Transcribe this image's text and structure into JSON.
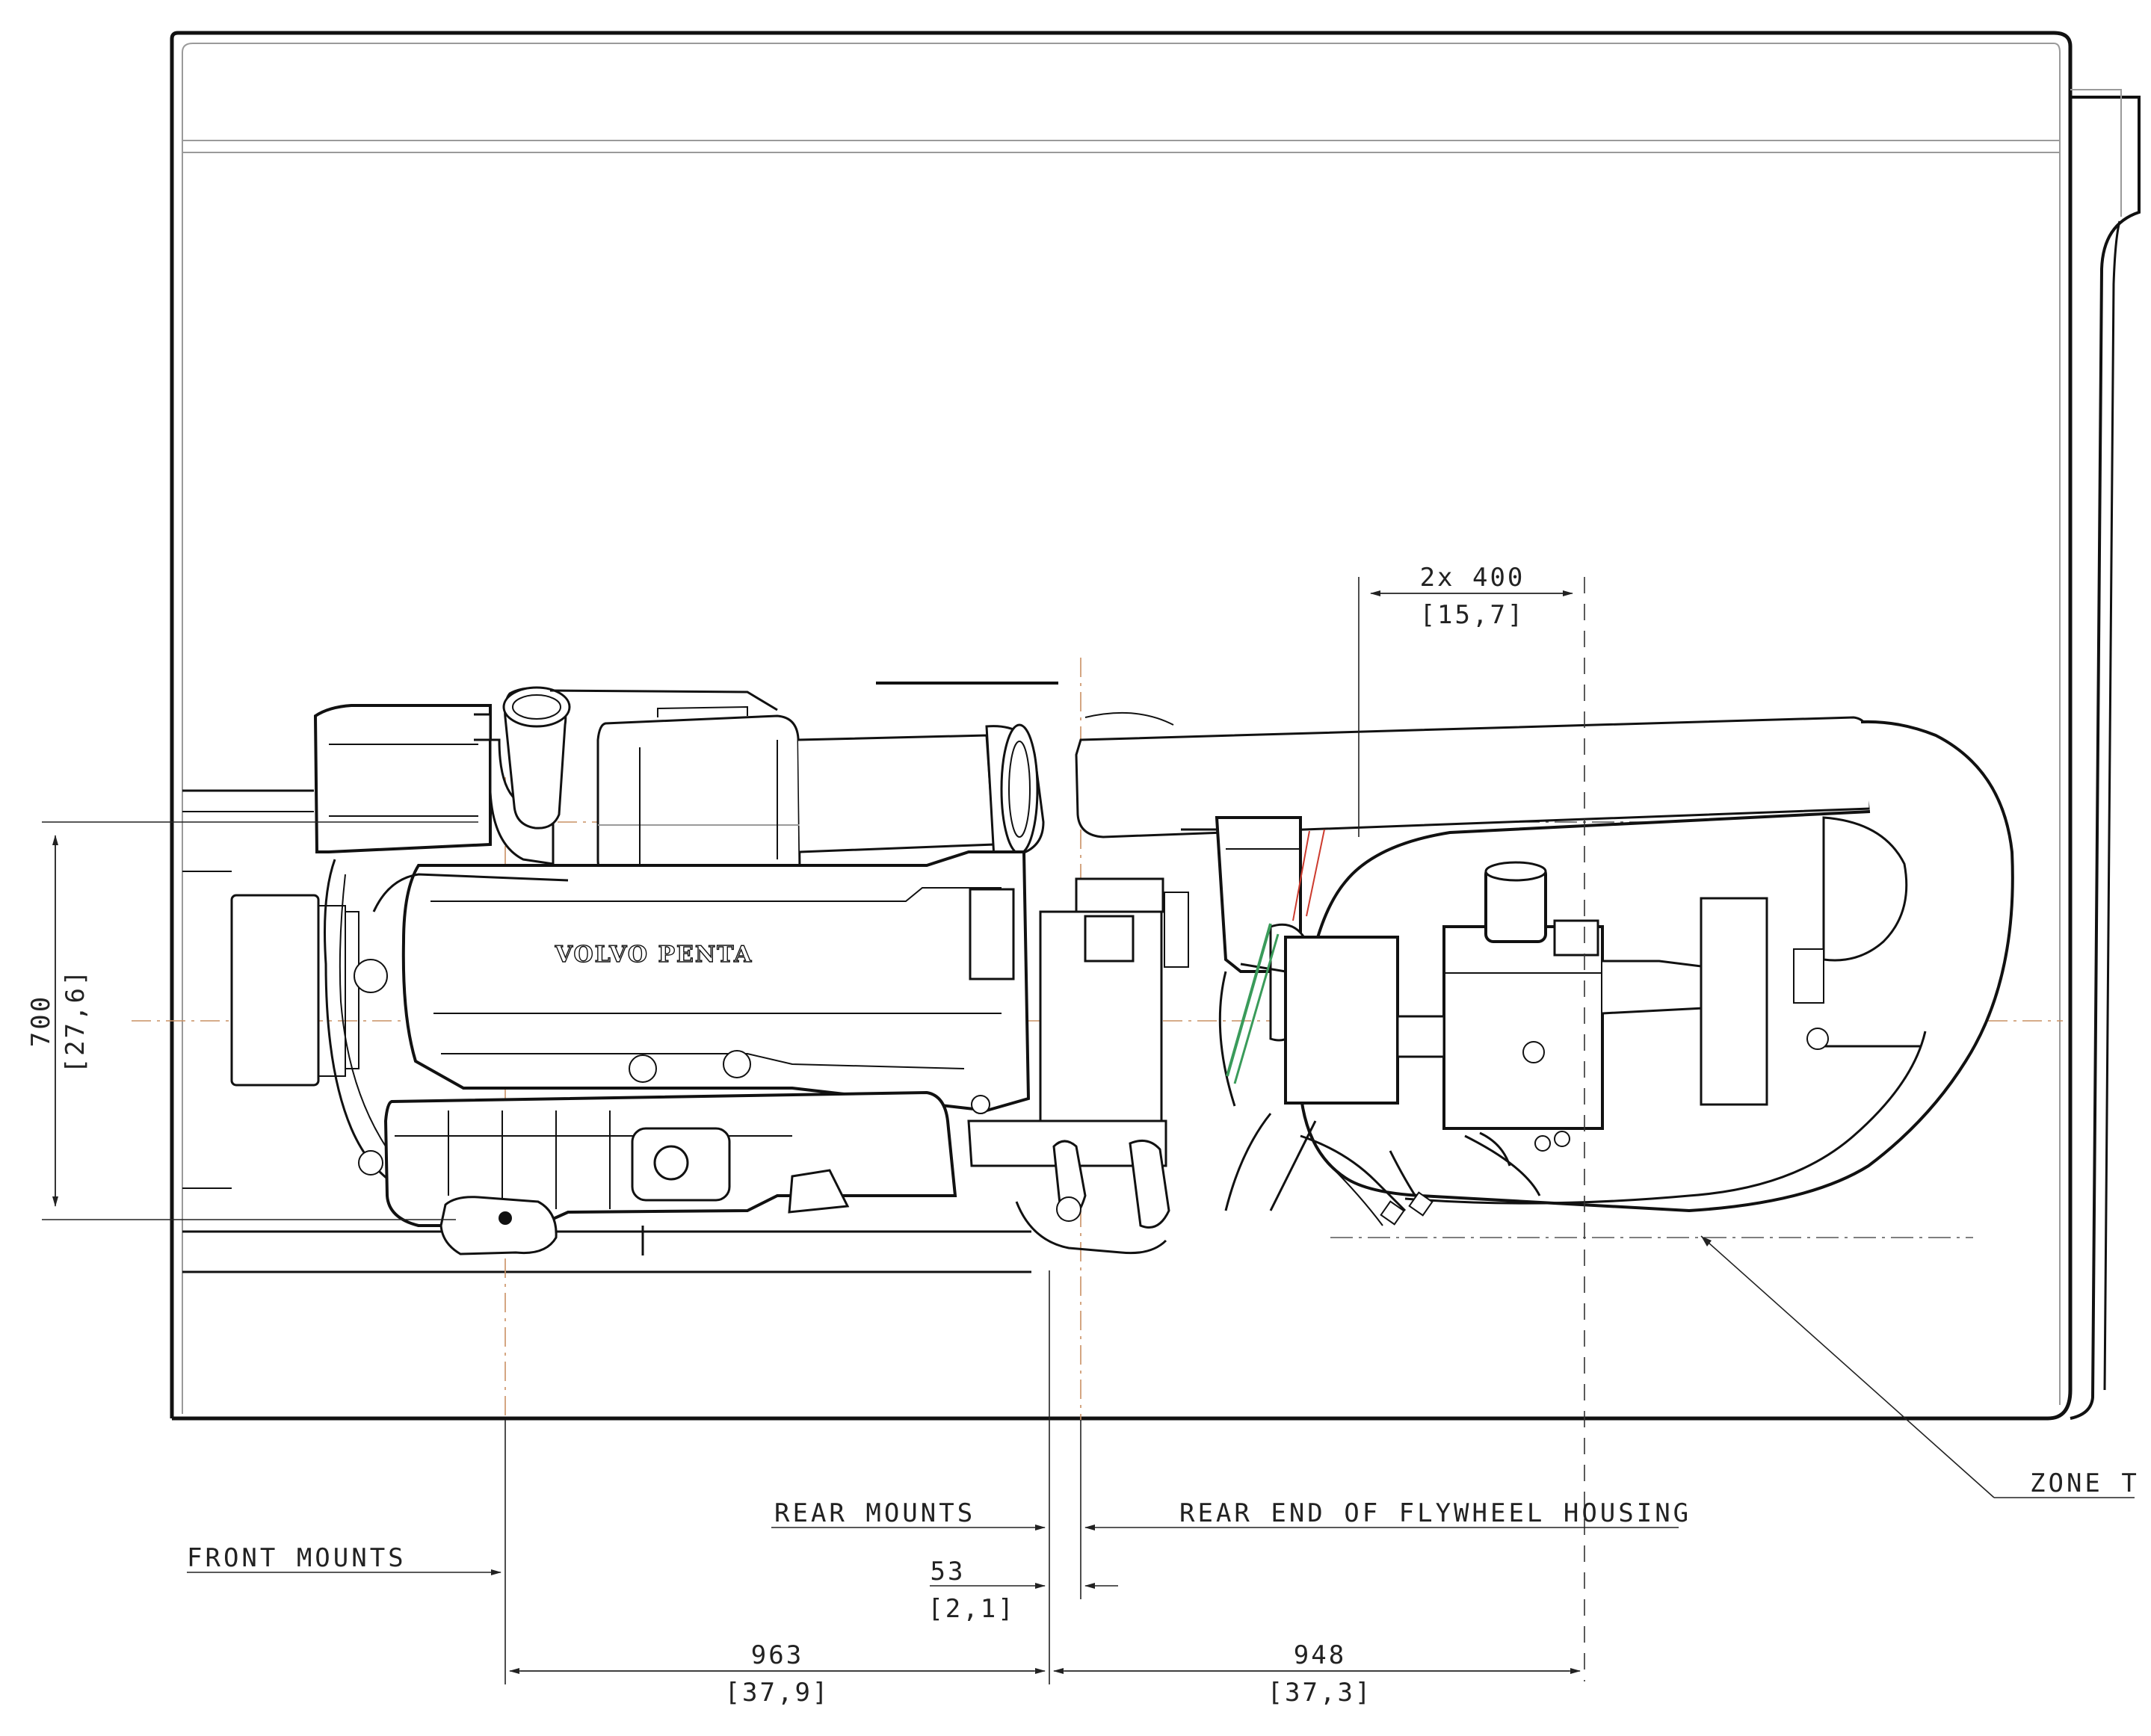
{
  "drawing": {
    "logo_text": "VOLVO PENTA",
    "dimensions": {
      "height_mm": "700",
      "height_in": "[27,6]",
      "spacing_mm": "2x 400",
      "spacing_in": "[15,7]",
      "front_to_rear_mm": "963",
      "front_to_rear_in": "[37,9]",
      "rear_to_flywheel_mm": "948",
      "rear_to_flywheel_in": "[37,3]",
      "offset_mm": "53",
      "offset_in": "[2,1]"
    },
    "labels": {
      "front_mounts": "FRONT MOUNTS",
      "rear_mounts": "REAR MOUNTS",
      "rear_end_flywheel": "REAR END OF FLYWHEEL HOUSING",
      "zone": "ZONE T"
    }
  }
}
